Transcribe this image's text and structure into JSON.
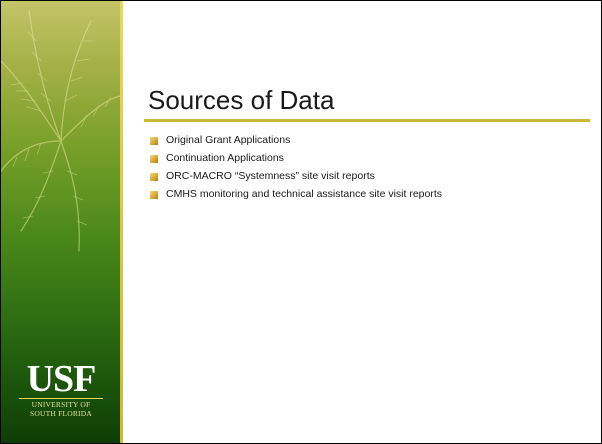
{
  "slide": {
    "title": "Sources of Data",
    "bullets": [
      "Original Grant Applications",
      "Continuation Applications",
      "ORC-MACRO “Systemness” site visit reports",
      "CMHS monitoring and technical assistance site visit reports"
    ]
  },
  "logo": {
    "mark": "USF",
    "line1": "UNIVERSITY OF",
    "line2": "SOUTH FLORIDA"
  },
  "colors": {
    "sidebar_top": "#c4c468",
    "sidebar_bottom": "#0f3d06",
    "accent_rule": "#c9b83a",
    "bullet": "#d9a93a",
    "text": "#1a1a1a"
  },
  "icons": {
    "bullet": "square-bullet-icon",
    "background": "palm-frond-icon"
  }
}
